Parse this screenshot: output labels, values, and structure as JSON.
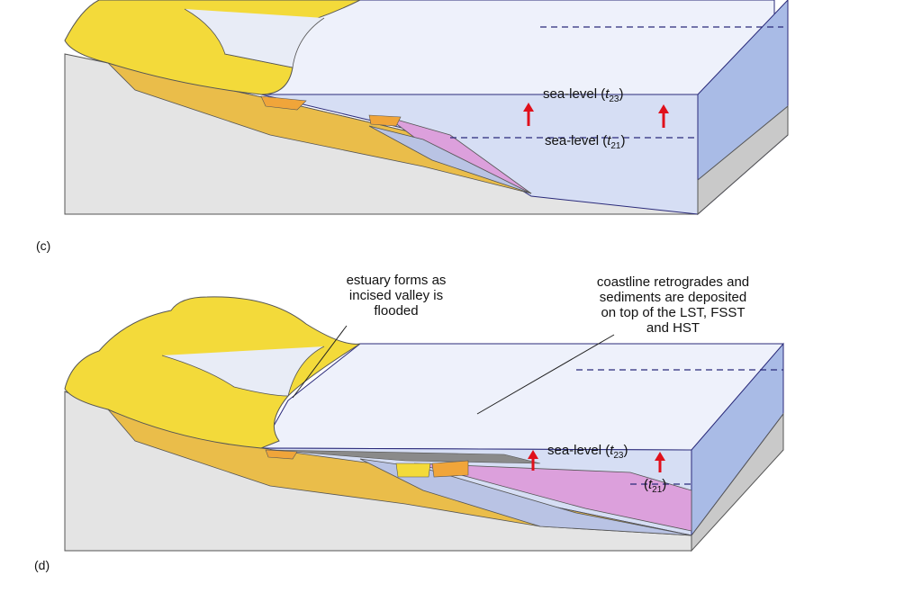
{
  "panels": {
    "c": {
      "label": "(c)",
      "sea_level_upper": "sea-level (",
      "sea_level_upper_t": "t",
      "sea_level_upper_sub": "23",
      "sea_level_lower": "sea-level (",
      "sea_level_lower_t": "t",
      "sea_level_lower_sub": "21"
    },
    "d": {
      "label": "(d)",
      "annotation_left": [
        "estuary forms as",
        "incised valley is",
        "flooded"
      ],
      "annotation_right": [
        "coastline retrogrades and",
        "sediments are deposited",
        "on top of the LST, FSST",
        "and HST"
      ],
      "sea_level_upper": "sea-level (",
      "sea_level_upper_t": "t",
      "sea_level_upper_sub": "23",
      "sea_level_lower_t": "t",
      "sea_level_lower_sub": "21"
    }
  },
  "colors": {
    "land": "#f3da3a",
    "land_shadow": "#d7b92a",
    "water_top": "#eef1fb",
    "water_side": "#c8d4f0",
    "water_right": "#9fb2e2",
    "basement": "#e6e6e6",
    "layers_orange": "#f0a53a",
    "layers_pink": "#dca0dc",
    "layers_blue": "#b9c3e4",
    "arrow": "#e0101b",
    "outline": "#2a2a7a"
  }
}
